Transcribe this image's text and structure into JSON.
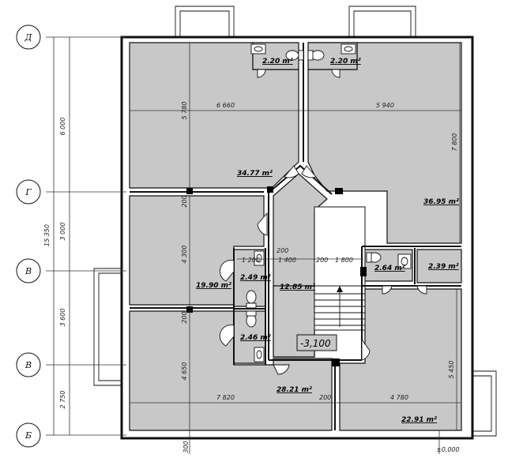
{
  "axes": [
    "Д",
    "Г",
    "В",
    "В",
    "Б"
  ],
  "rooms": {
    "wc_left": "2.20 m²",
    "wc_right": "2.20 m²",
    "nw_room": "34.77 m²",
    "ne_room": "36.95 m²",
    "w_room": "19.90 m²",
    "bath_a": "2.49 m²",
    "corridor": "12.85 m²",
    "wc_e": "2.64 m²",
    "room_e": "2.39 m²",
    "bath_b": "2.46 m²",
    "sw_room": "28.21 m²",
    "se_room": "22.91 m²"
  },
  "dims": {
    "top_left": "6 660",
    "top_right": "5 940",
    "v_nw": "5 780",
    "v_ne": "7 800",
    "v_w1": "200",
    "v_w2": "4 300",
    "v_w3": "200",
    "v_w4": "4 650",
    "v_se": "5 450",
    "d200_a": "200",
    "d1200": "1 200",
    "d1400": "1 400",
    "d200_b": "200",
    "d1800": "1 800",
    "bottom_left": "7 820",
    "bottom_mid": "200",
    "bottom_right": "4 780",
    "bottom_300": "300",
    "left_6000": "6 000",
    "left_3000": "3 000",
    "left_3600": "3 600",
    "left_2750": "2 750",
    "left_total": "15 350"
  },
  "level_marks": {
    "stair": "-3,100",
    "zero": "±0,000"
  }
}
